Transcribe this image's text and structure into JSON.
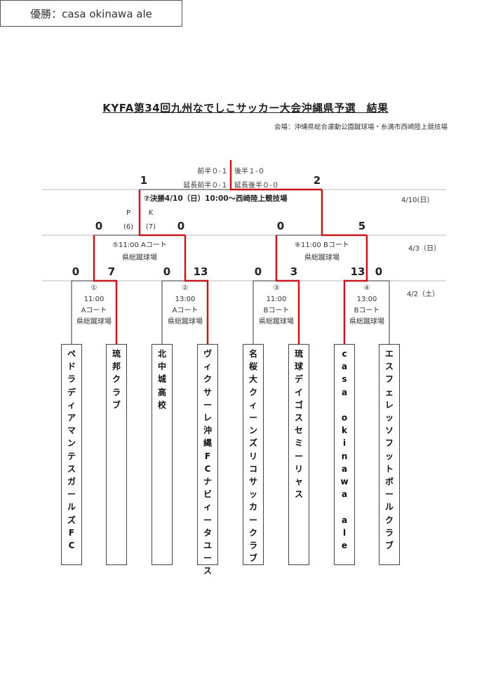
{
  "title": "KYFA第34回九州なでしこサッカー大会沖縄県予選　結果",
  "venue_note": "会場：沖縄県総合運動公園蹴球場・糸満市西崎陸上競技場",
  "champion": "優勝：casa okinawa ale",
  "final": {
    "label": "⑦決勝4/10（日）10:00〜西崎陸上競技場",
    "score_left": "1",
    "score_right": "2",
    "half_left": [
      "前半０-１",
      "延長前半０-１"
    ],
    "half_right": [
      "後半１-０",
      "延長後半０-０"
    ],
    "pk_label_p": "P",
    "pk_label_k": "K",
    "pk_left": "(6)",
    "pk_right": "(7)",
    "date": "4/10(日)"
  },
  "semis": [
    {
      "label": "⑤11:00 Aコート",
      "venue": "県総蹴球場",
      "score_left": "0",
      "score_right": "0"
    },
    {
      "label": "⑥11:00 Bコート",
      "venue": "県総蹴球場",
      "score_left": "0",
      "score_right": "5"
    }
  ],
  "semi_date": "4/3（日）",
  "first_round": [
    {
      "no": "①",
      "time": "11:00",
      "court": "Aコート",
      "venue": "県総蹴球場",
      "score_left": "0",
      "score_right": "7"
    },
    {
      "no": "②",
      "time": "13:00",
      "court": "Aコート",
      "venue": "県総蹴球場",
      "score_left": "0",
      "score_right": "13"
    },
    {
      "no": "③",
      "time": "11:00",
      "court": "Bコート",
      "venue": "県総蹴球場",
      "score_left": "0",
      "score_right": "3"
    },
    {
      "no": "④",
      "time": "13:00",
      "court": "Bコート",
      "venue": "県総蹴球場",
      "score_left": "13",
      "score_right": "0"
    }
  ],
  "first_date": "4/2（土）",
  "teams": [
    "ペドラディアマンテスガールズFC",
    "琉邦クラブ",
    "北中城高校",
    "ヴィクサーレ沖縄FCナビィータユース",
    "名桜大クィーンズリコサッカークラブ",
    "琉球デイゴスセミーリャス",
    "casa okinawa ale",
    "エスフェレッソフットボールクラブ"
  ]
}
